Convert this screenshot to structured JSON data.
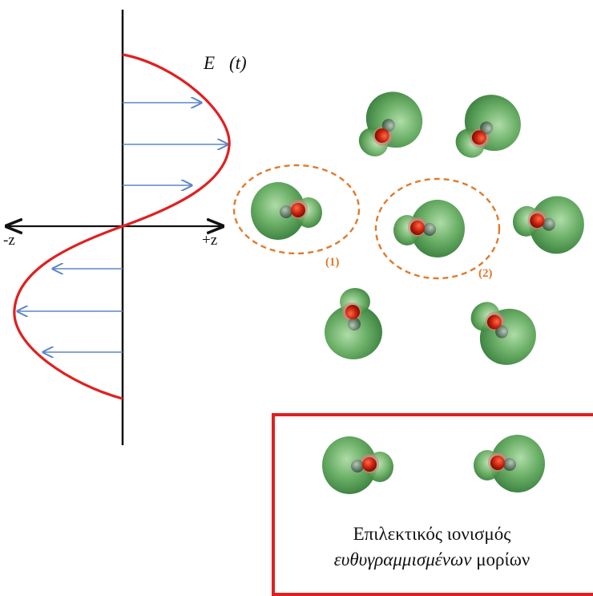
{
  "diagram": {
    "field_label": "E⃗(t)",
    "axis_minus_label": "-z",
    "axis_plus_label": "+z",
    "molecule_tags": [
      "(1)",
      "(2)"
    ],
    "legend": {
      "line1": "Επιλεκτικός ιονισμός",
      "line2_italic": "ευθυγραμμισμένων",
      "line2_plain": " μορίων"
    },
    "colors": {
      "wave": "#e02020",
      "arrow": "#5b86c8",
      "highlight_ellipse": "#e07a2c",
      "orbital_green": "#3a8a3a",
      "oxygen_red": "#c0200a",
      "legend_border": "#e02020"
    }
  }
}
